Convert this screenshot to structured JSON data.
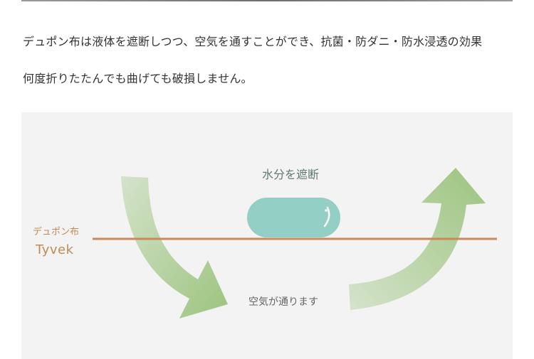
{
  "text": {
    "paragraph_1": "デュポン布は液体を遮断しつつ、空気を通すことができ、抗菌・防ダニ・防水浸透の効果",
    "paragraph_2": "何度折りたたんでも曲げても破損しません。"
  },
  "diagram": {
    "label_fabric_jp": "デュポン布",
    "label_fabric_en": "Tyvek",
    "label_block": "水分を遮断",
    "label_air": "空気が通ります",
    "colors": {
      "panel_bg": "#f3f3f3",
      "membrane_line": "#c98a5a",
      "droplet": "#93cfc4",
      "arrow_green": "#9cc47f"
    }
  }
}
